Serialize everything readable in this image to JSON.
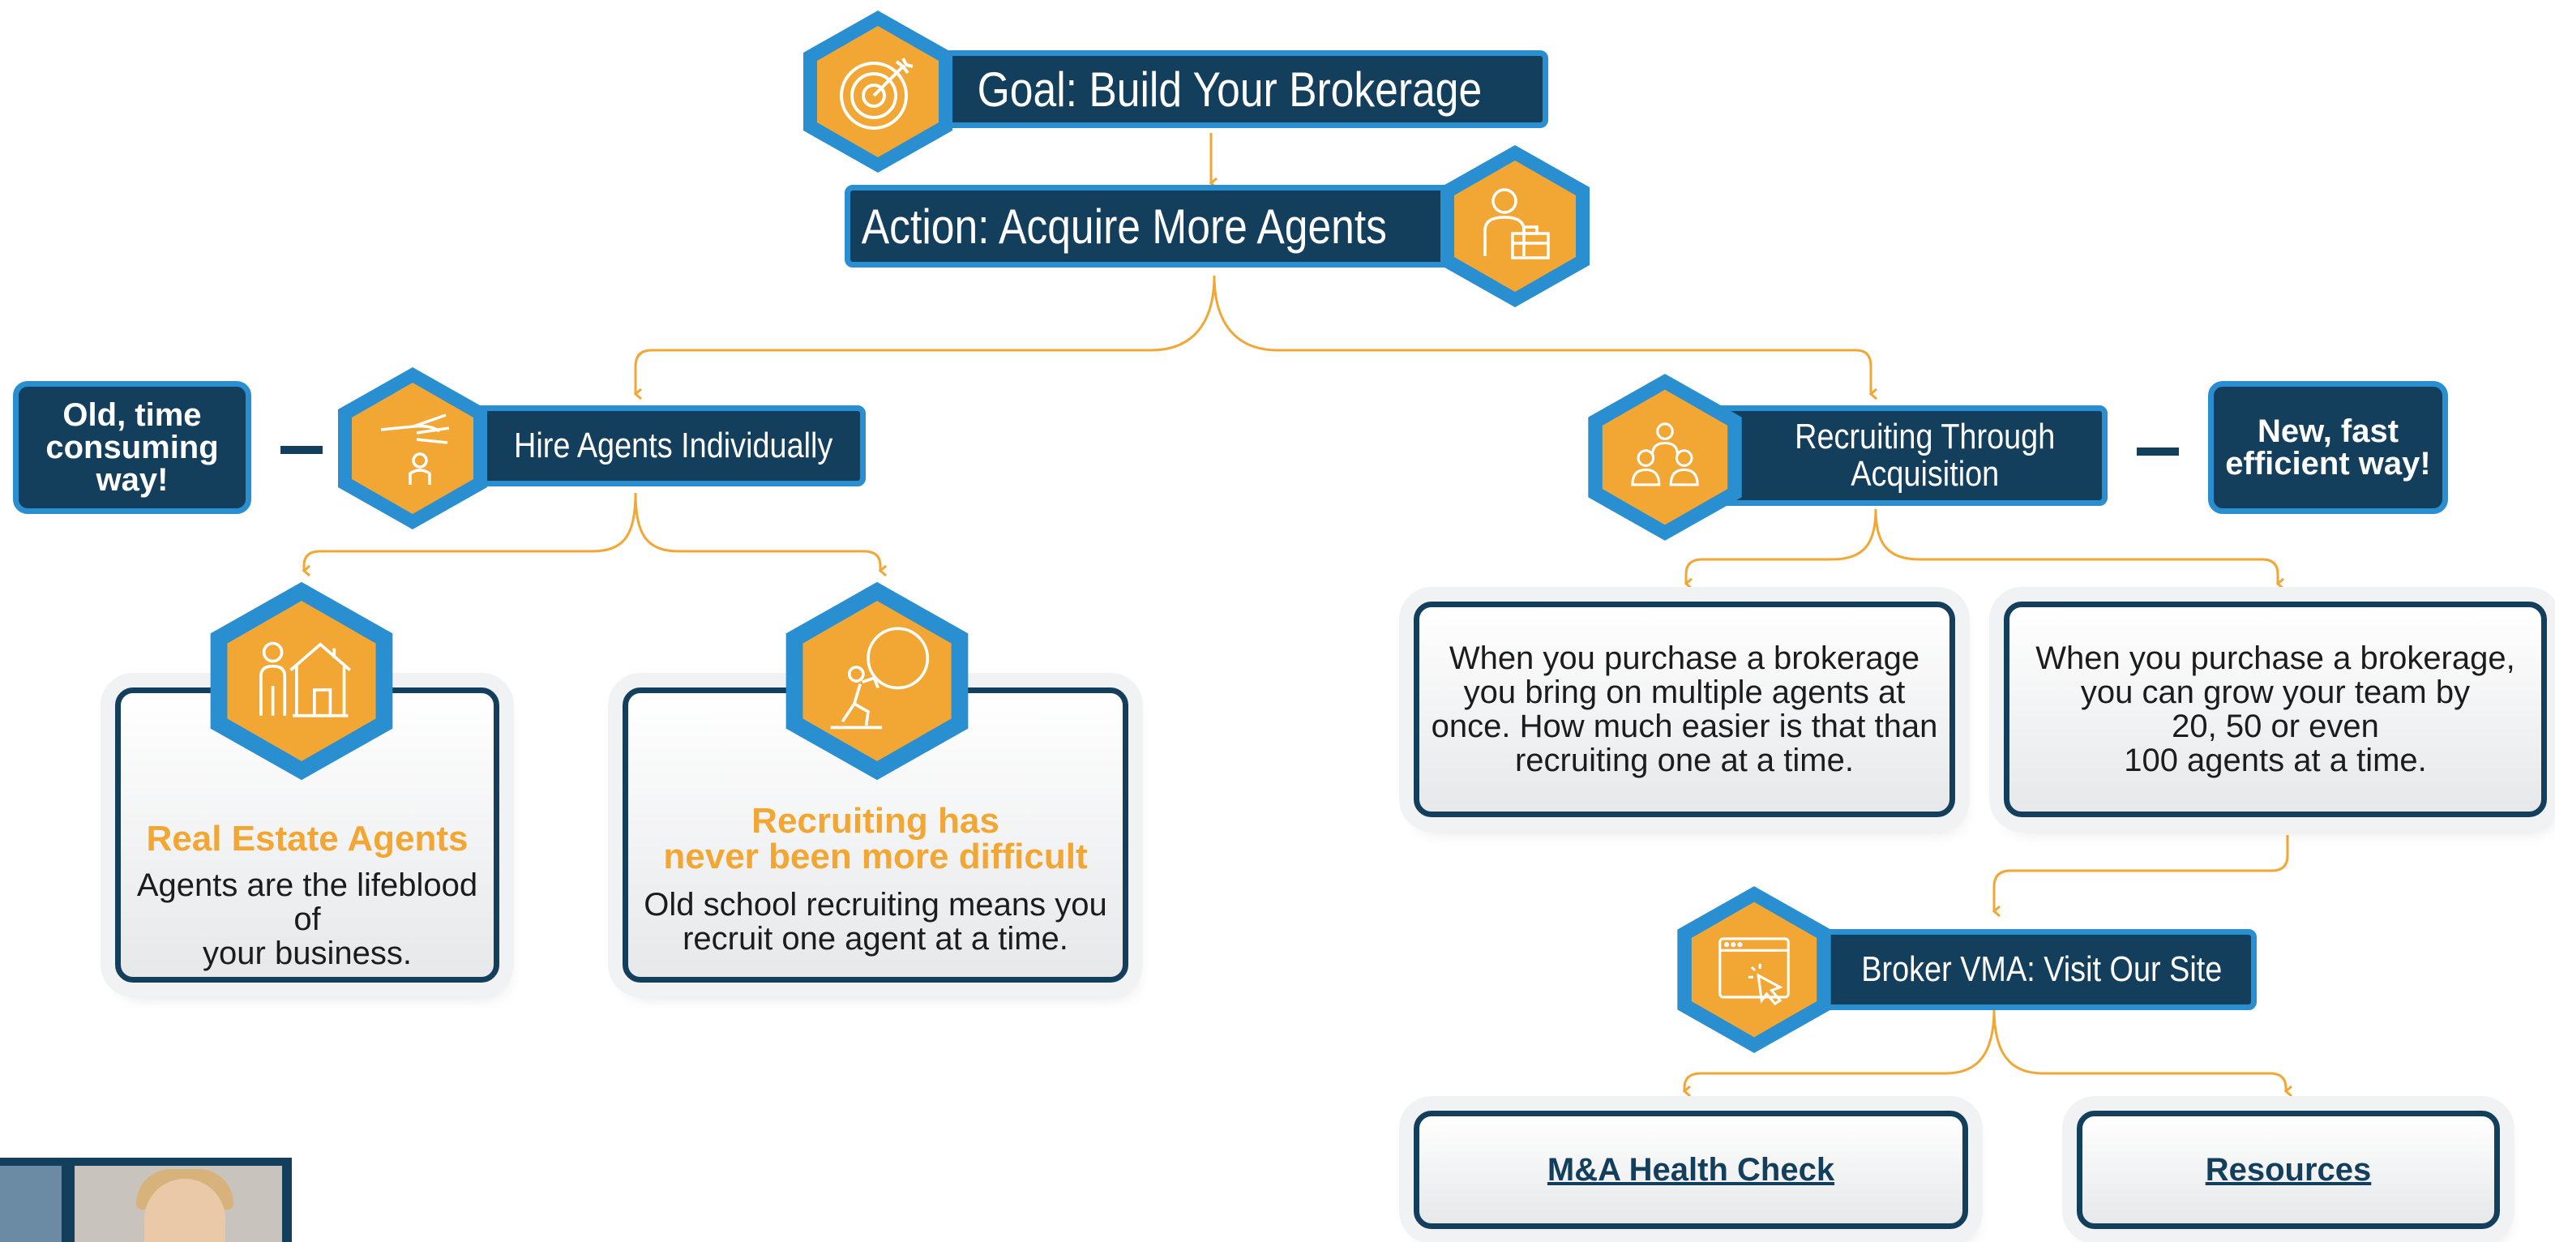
{
  "goal": {
    "label": "Goal: Build Your Brokerage",
    "icon": "target-icon"
  },
  "action": {
    "label": "Action: Acquire More Agents",
    "icon": "businessman-briefcase-icon"
  },
  "left_branch": {
    "side_note": [
      "Old, time",
      "consuming",
      "way!"
    ],
    "title": "Hire Agents Individually",
    "icon": "hand-pointing-person-icon",
    "cards": [
      {
        "icon": "agent-house-icon",
        "title": [
          "Real Estate Agents"
        ],
        "text": [
          "Agents are the lifeblood of",
          "your business."
        ]
      },
      {
        "icon": "pushing-boulder-icon",
        "title": [
          "Recruiting has",
          "never been more difficult"
        ],
        "text": [
          "Old school recruiting means you",
          "recruit one agent at a time."
        ]
      }
    ]
  },
  "right_branch": {
    "side_note": [
      "New, fast",
      "efficient way!"
    ],
    "title": [
      "Recruiting Through",
      "Acquisition"
    ],
    "icon": "team-group-icon",
    "cards": [
      {
        "text": [
          "When you purchase a brokerage",
          "you bring on multiple agents at",
          "once. How much easier is that than",
          "recruiting one at a time."
        ]
      },
      {
        "text": [
          "When you purchase a brokerage,",
          "you can grow your team by",
          "20, 50 or even",
          "100 agents at a time."
        ]
      }
    ]
  },
  "vma": {
    "label": "Broker VMA: Visit Our Site",
    "icon": "browser-click-icon",
    "links": [
      "M&A Health Check",
      "Resources"
    ]
  },
  "colors": {
    "navy": "#143f5c",
    "blue": "#2a8fd0",
    "orange": "#f2a735"
  }
}
